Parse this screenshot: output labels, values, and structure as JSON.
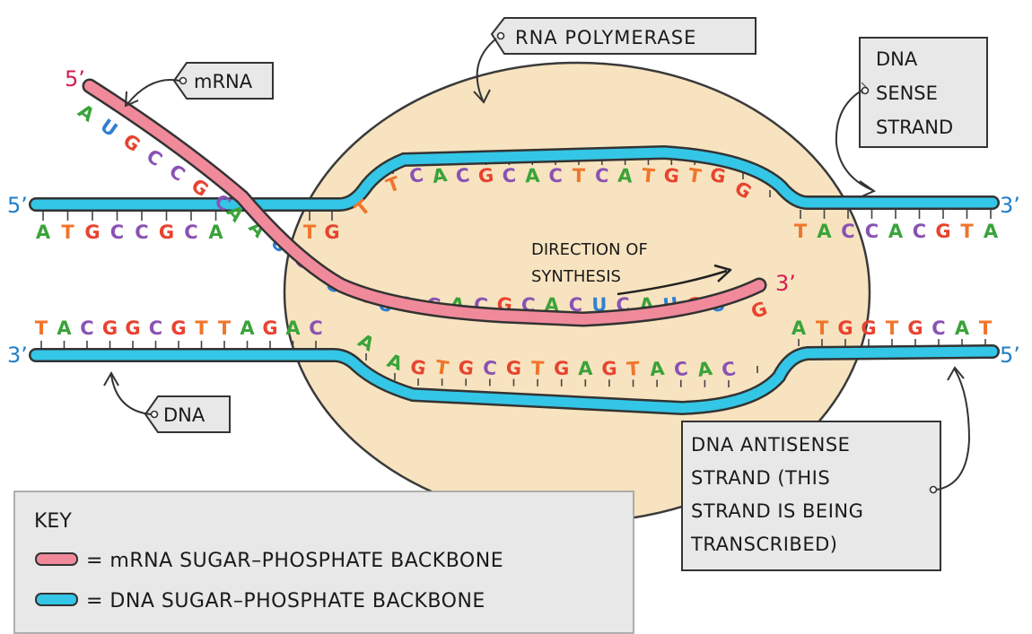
{
  "labels": {
    "rna_polymerase": "RNA POLYMERASE",
    "mrna": "mRNA",
    "dna": "DNA",
    "dna_sense_lines": [
      "DNA",
      "SENSE",
      "STRAND"
    ],
    "dna_antisense_lines": [
      "DNA ANTISENSE",
      "STRAND (THIS",
      "STRAND IS BEING",
      "TRANSCRIBED)"
    ],
    "direction_lines": [
      "DIRECTION OF",
      "SYNTHESIS"
    ]
  },
  "ends": {
    "mrna_5": "5’",
    "mrna_3": "3’",
    "top_left": "5’",
    "top_right": "3’",
    "bottom_left": "3’",
    "bottom_right": "5’"
  },
  "key": {
    "title": "KEY",
    "mrna_backbone": "= mRNA SUGAR–PHOSPHATE BACKBONE",
    "dna_backbone": "= DNA SUGAR–PHOSPHATE BACKBONE"
  },
  "colors": {
    "mrna_backbone": "#f08a9b",
    "dna_backbone": "#34c6e6",
    "polymerase": "#f7e3bf",
    "A": "#3aa33a",
    "T": "#f0752b",
    "G": "#e8432f",
    "C": "#8a52b3",
    "U": "#2f80d1",
    "end_red": "#d11f4e",
    "end_blue": "#1f7fc9"
  },
  "sequences": {
    "sense_left": "ATGCCGCA",
    "sense_bubble": "ATGTTCACGCACTCATGTG",
    "sense_right": "TACCACGTA",
    "antisense_left": "TACGGCGTTAGAC",
    "antisense_bubble": "AAGTGCGTGAGTACAC",
    "antisense_right": "ATGGTGCAT",
    "mrna": "AUGCCGCAAUCUGUUCACGCACUCAUGUG"
  }
}
